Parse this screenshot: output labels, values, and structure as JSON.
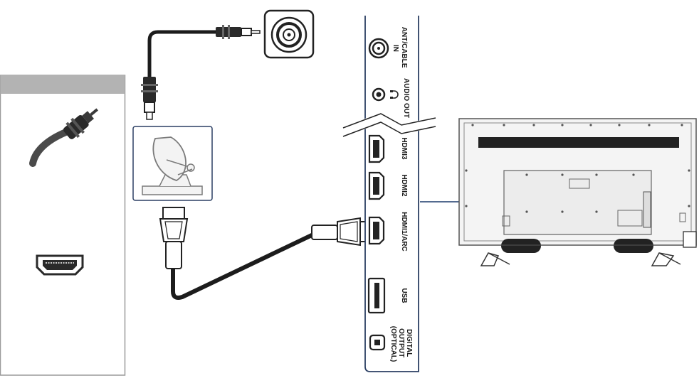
{
  "panel": {
    "labels": {
      "ant_cable_line1": "ANT/CABLE",
      "ant_cable_line2": "IN",
      "audio_out": "AUDIO OUT",
      "hdmi3": "HDMI3",
      "hdmi2": "HDMI2",
      "hdmi1_arc": "HDMI1/ARC",
      "usb": "USB",
      "digital_line1": "DIGITAL",
      "digital_line2": "OUTPUT",
      "digital_line3": "(OPTICAL)"
    }
  },
  "icons": {
    "coax_wall_jack": "coax-wall-jack-icon",
    "satellite_box": "satellite-dish-icon",
    "coax_plug": "coax-plug-icon",
    "hdmi_port": "hdmi-port-icon",
    "headphone": "headphone-icon",
    "tv_rear": "tv-rear-view-icon"
  },
  "colors": {
    "panel_border": "#2b3f63",
    "cable": "#1c1c1c",
    "sidebar_header": "#b3b3b3",
    "sidebar_border": "#9a9a9a",
    "callout_dot": "#1b3a6b"
  }
}
